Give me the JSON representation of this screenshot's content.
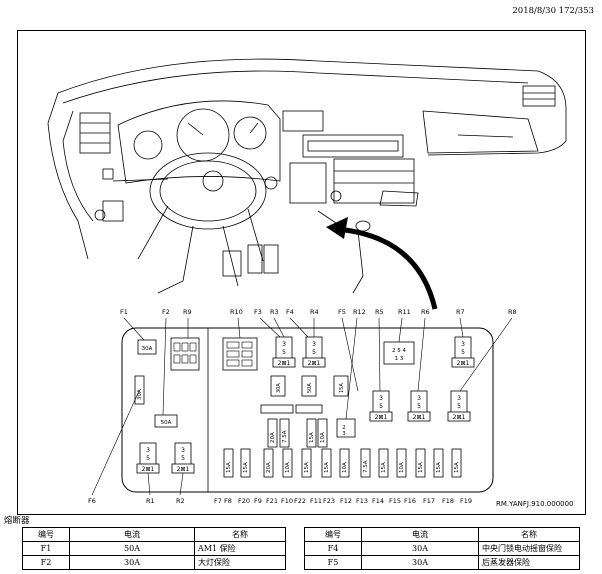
{
  "header": {
    "stamp": "2018/8/30 172/353"
  },
  "figure": {
    "ref_code": "RM.YANFJ.910.000000",
    "top_labels": [
      "F1",
      "F2",
      "R9",
      "R10",
      "F3",
      "R3",
      "F4",
      "R4",
      "F5",
      "R12",
      "R5",
      "R11",
      "R6",
      "R7",
      "R8"
    ],
    "bottom_labels": [
      "F6",
      "R1",
      "R2",
      "F7",
      "F8",
      "F20",
      "F9",
      "F21",
      "F10",
      "F22",
      "F11",
      "F23",
      "F12",
      "F13",
      "F14",
      "F15",
      "F16",
      "F17",
      "F18",
      "F19"
    ],
    "fuse_values": [
      "15A",
      "15A",
      "20A",
      "10A",
      "15A",
      "15A",
      "10A",
      "7.5A",
      "15A",
      "10A",
      "15A",
      "15A",
      "20A",
      "7.5A",
      "15A",
      "10A",
      "10A",
      "15A",
      "30A",
      "30A",
      "50A",
      "30A",
      "15A"
    ],
    "relay_terminals": [
      "3",
      "5",
      "2",
      "1",
      "4"
    ]
  },
  "caption": "熔断器",
  "table": {
    "headers": [
      "编号",
      "电流",
      "名称"
    ],
    "left_rows": [
      [
        "F1",
        "50A",
        "AM1 保险"
      ],
      [
        "F2",
        "30A",
        "大灯保险"
      ]
    ],
    "right_rows": [
      [
        "F4",
        "30A",
        "中央门锁电动摇窗保险"
      ],
      [
        "F5",
        "30A",
        "后蒸发器保险"
      ]
    ]
  }
}
